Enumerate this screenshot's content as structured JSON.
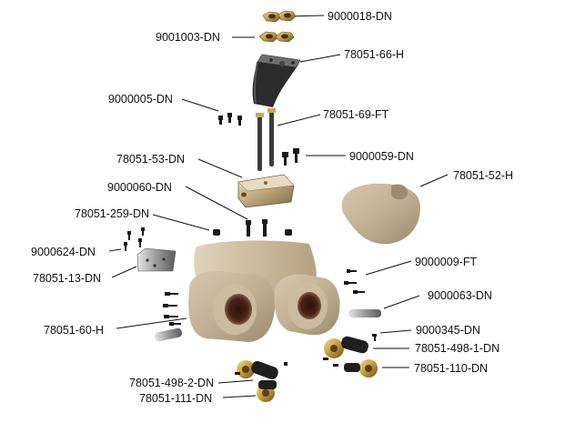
{
  "diagram": {
    "labels": {
      "nut_top": "9000018-DN",
      "nut_mid": "9001003-DN",
      "neck_piece": "78051-66-H",
      "screws_top": "9000005-DN",
      "rods": "78051-69-FT",
      "bracket": "78051-53-DN",
      "bolts_right": "9000059-DN",
      "cover_shell": "78051-52-H",
      "screws_bracket": "9000060-DN",
      "screws_pelvis": "78051-259-DN",
      "screws_plate": "9000624-DN",
      "plate": "78051-13-DN",
      "screws_right": "9000009-FT",
      "pin": "9000063-DN",
      "pelvis": "78051-60-H",
      "small_screw": "9000345-DN",
      "hip_joint_right": "78051-498-1-DN",
      "hip_joint_left": "78051-498-2-DN",
      "knob_right": "78051-110-DN",
      "knob_left": "78051-111-DN"
    }
  }
}
